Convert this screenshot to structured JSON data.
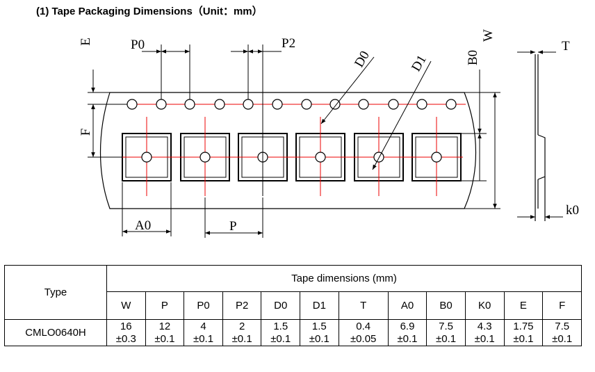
{
  "title": "(1) Tape Packaging Dimensions（Unit：mm）",
  "drawing_labels": {
    "E": "E",
    "F": "F",
    "P0": "P0",
    "P2": "P2",
    "D0": "D0",
    "D1": "D1",
    "B0": "B0",
    "W": "W",
    "T": "T",
    "A0": "A0",
    "P": "P",
    "k0": "k0"
  },
  "table": {
    "type_header": "Type",
    "group_header": "Tape dimensions (mm)",
    "columns": [
      "W",
      "P",
      "P0",
      "P2",
      "D0",
      "D1",
      "T",
      "A0",
      "B0",
      "K0",
      "E",
      "F"
    ],
    "rows": [
      {
        "type": "CMLO0640H",
        "values": [
          "16",
          "12",
          "4",
          "2",
          "1.5",
          "1.5",
          "0.4",
          "6.9",
          "7.5",
          "4.3",
          "1.75",
          "7.5"
        ],
        "tolerances": [
          "±0.3",
          "±0.1",
          "±0.1",
          "±0.1",
          "±0.1",
          "±0.1",
          "±0.05",
          "±0.1",
          "±0.1",
          "±0.1",
          "±0.1",
          "±0.1"
        ]
      }
    ]
  }
}
